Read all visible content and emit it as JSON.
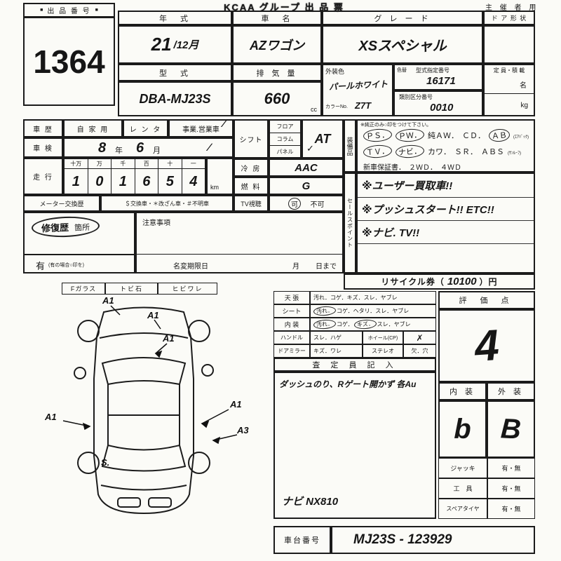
{
  "header": {
    "title": "KCAA グループ 出 品 票",
    "right": "主 催 者 用"
  },
  "lot": {
    "sq": "■",
    "label": "出 品 番 号",
    "number": "1364"
  },
  "top": {
    "year_label": "年　式",
    "car_label": "車　名",
    "grade_label": "グ レ ー ド",
    "door_label": "ド ア 形 状",
    "year_value": "21",
    "year_suffix": "/12月",
    "car_value": "AZワゴン",
    "grade_value": "XSスペシャル",
    "model_label": "型　式",
    "disp_label": "排 気 量",
    "model_value": "DBA-MJ23S",
    "disp_value": "660",
    "disp_unit": "cc",
    "color_label": "外装色",
    "color_no_label": "カラーNo.",
    "color_value": "パールホワイト",
    "color_no_value": "Z7T",
    "irokae": "色替",
    "type_no_label": "型式指定番号",
    "type_no_value": "16171",
    "class_label": "類別区分番号",
    "class_value": "0010",
    "cap_label": "定 員・積 載",
    "cap_name": "名",
    "cap_kg": "kg"
  },
  "hist": {
    "rireki": "車 歴",
    "private": "自 家 用",
    "rental": "レ ン タ",
    "business": "事業.営業車",
    "slash": "∕",
    "shaken": "車 検",
    "sy": "8",
    "y": "年",
    "sm": "6",
    "m": "月",
    "soukou": "走 行",
    "dh": [
      "十万",
      "万",
      "千",
      "百",
      "十",
      "一"
    ],
    "dg": [
      "1",
      "0",
      "1",
      "6",
      "5",
      "4"
    ],
    "km": "km",
    "meter": "メーター交換歴",
    "meter_txt": "＄交換車・＊改ざん車・＃不明車"
  },
  "mid": {
    "shift": "シフト",
    "floor": "フロア",
    "column": "コラム",
    "panel": "パネル",
    "check": "✓",
    "at": "AT",
    "ac": "冷 房",
    "ac_v": "AAC",
    "fuel": "燃 料",
    "fuel_v": "G",
    "tv": "TV視聴",
    "ok": "可",
    "ng": "不可"
  },
  "repair": {
    "label": "修復歴",
    "kasho": "箇所",
    "yes": "有",
    "note": "(有の場合○印を)",
    "chui": "注意事項",
    "meihen": "名変期限日",
    "tsuki": "月",
    "hi": "日まで"
  },
  "soubi": {
    "label": "装備品",
    "note": "※純正のみ○印をつけて下さい。",
    "l1": [
      "ＰＳ．",
      "ＰＷ．",
      "純ＡＷ．",
      "ＣＤ．",
      "ＡＢ"
    ],
    "l1_note": "(ｴｱﾊﾞｯｸ)",
    "l2": [
      "ＴＶ．",
      "ナビ．",
      "カワ．",
      "ＳＲ．",
      "ＡＢＳ"
    ],
    "l2_note": "(ｻﾝﾙｰﾌ)",
    "l3": "新車保証書．　２ＷＤ．　４ＷＤ"
  },
  "sales": {
    "label": "セールスポイント",
    "p1": "※ユーザー買取車!!",
    "p2": "※プッシュスタート!! ETC!!",
    "p3": "※ナビ. TV!!"
  },
  "recycle": {
    "l": "リサイクル券（",
    "v": "10100",
    "r": "）円"
  },
  "glass": {
    "f": "Fガラス",
    "tobi": "トビ石",
    "hibi": "ヒビワレ"
  },
  "diagram": {
    "m1": "A1",
    "m2": "A1",
    "m3": "A1",
    "m4": "A1",
    "m5": "A1",
    "m6": "A3",
    "m7": "S."
  },
  "cond": {
    "r1l": "天 張",
    "r1a": "汚れ．コゲ．キズ．スレ．ヤブレ",
    "r2l": "シート",
    "r2a": "汚れ．",
    "r2b": "コゲ．ヘタリ．スレ．ヤブレ",
    "r3l": "内 装",
    "r3a": "汚れ．",
    "r3b": "コゲ．",
    "r3c": "キズ．",
    "r3d": "スレ．ヤブレ",
    "r4l": "ハンドル",
    "r4a": "スレ．ハゲ",
    "r4bl": "ホイール(CP)",
    "r4v": "✗",
    "r5l": "ドアミラー",
    "r5a": "キズ．ワレ",
    "r5bl": "ステレオ",
    "r5v": "欠．穴",
    "satei": "査 定 員 記 入",
    "memo": "ダッシュのり、Rゲート開かず 各Au",
    "navi": "ナビ NX810"
  },
  "rating": {
    "head": "評 価 点",
    "score": "4",
    "in_l": "内 装",
    "out_l": "外 装",
    "in_v": "b",
    "out_v": "B",
    "jack": "ジャッキ",
    "tool": "工　具",
    "spare": "スペアタイヤ",
    "yn": "有・無"
  },
  "chassis": {
    "label": "車台番号",
    "value": "MJ23S - 123929"
  }
}
